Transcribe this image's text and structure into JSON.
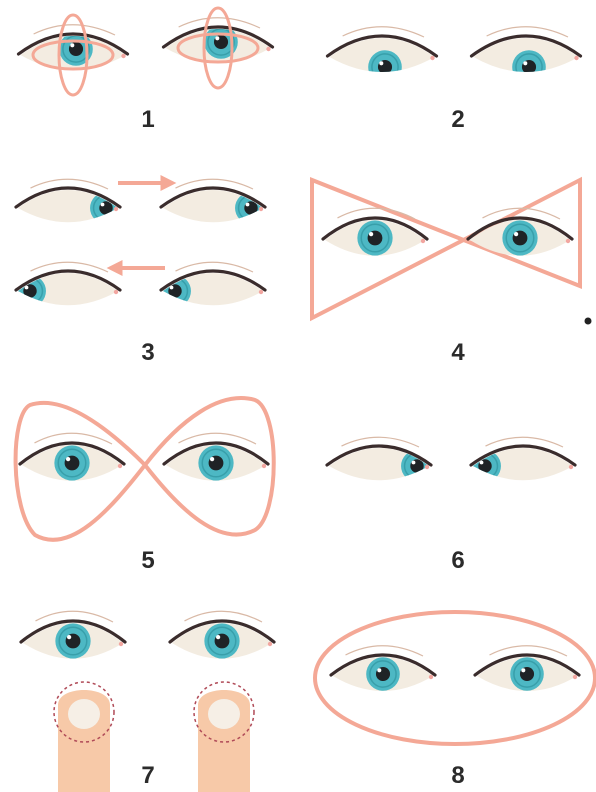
{
  "panels": [
    {
      "label": "1",
      "icon": "eye-rotation-arrows"
    },
    {
      "label": "2",
      "icon": "eyes-look-down"
    },
    {
      "label": "3",
      "icon": "eyes-look-left-right"
    },
    {
      "label": "4",
      "icon": "bowtie-path"
    },
    {
      "label": "5",
      "icon": "figure-eight-path"
    },
    {
      "label": "6",
      "icon": "eyes-cross"
    },
    {
      "label": "7",
      "icon": "eyes-focus-fingertips"
    },
    {
      "label": "8",
      "icon": "oval-loop-path"
    }
  ],
  "colors": {
    "arrow": "#f4a896",
    "iris": "#4db8c4",
    "iris_dark": "#2c8e9a",
    "pupil": "#1f2326",
    "sclera": "#f3ece1",
    "lash": "#3a2c2c",
    "skin": "#f7c9a8",
    "nail": "#f6efe6",
    "dash": "#b04a57"
  }
}
